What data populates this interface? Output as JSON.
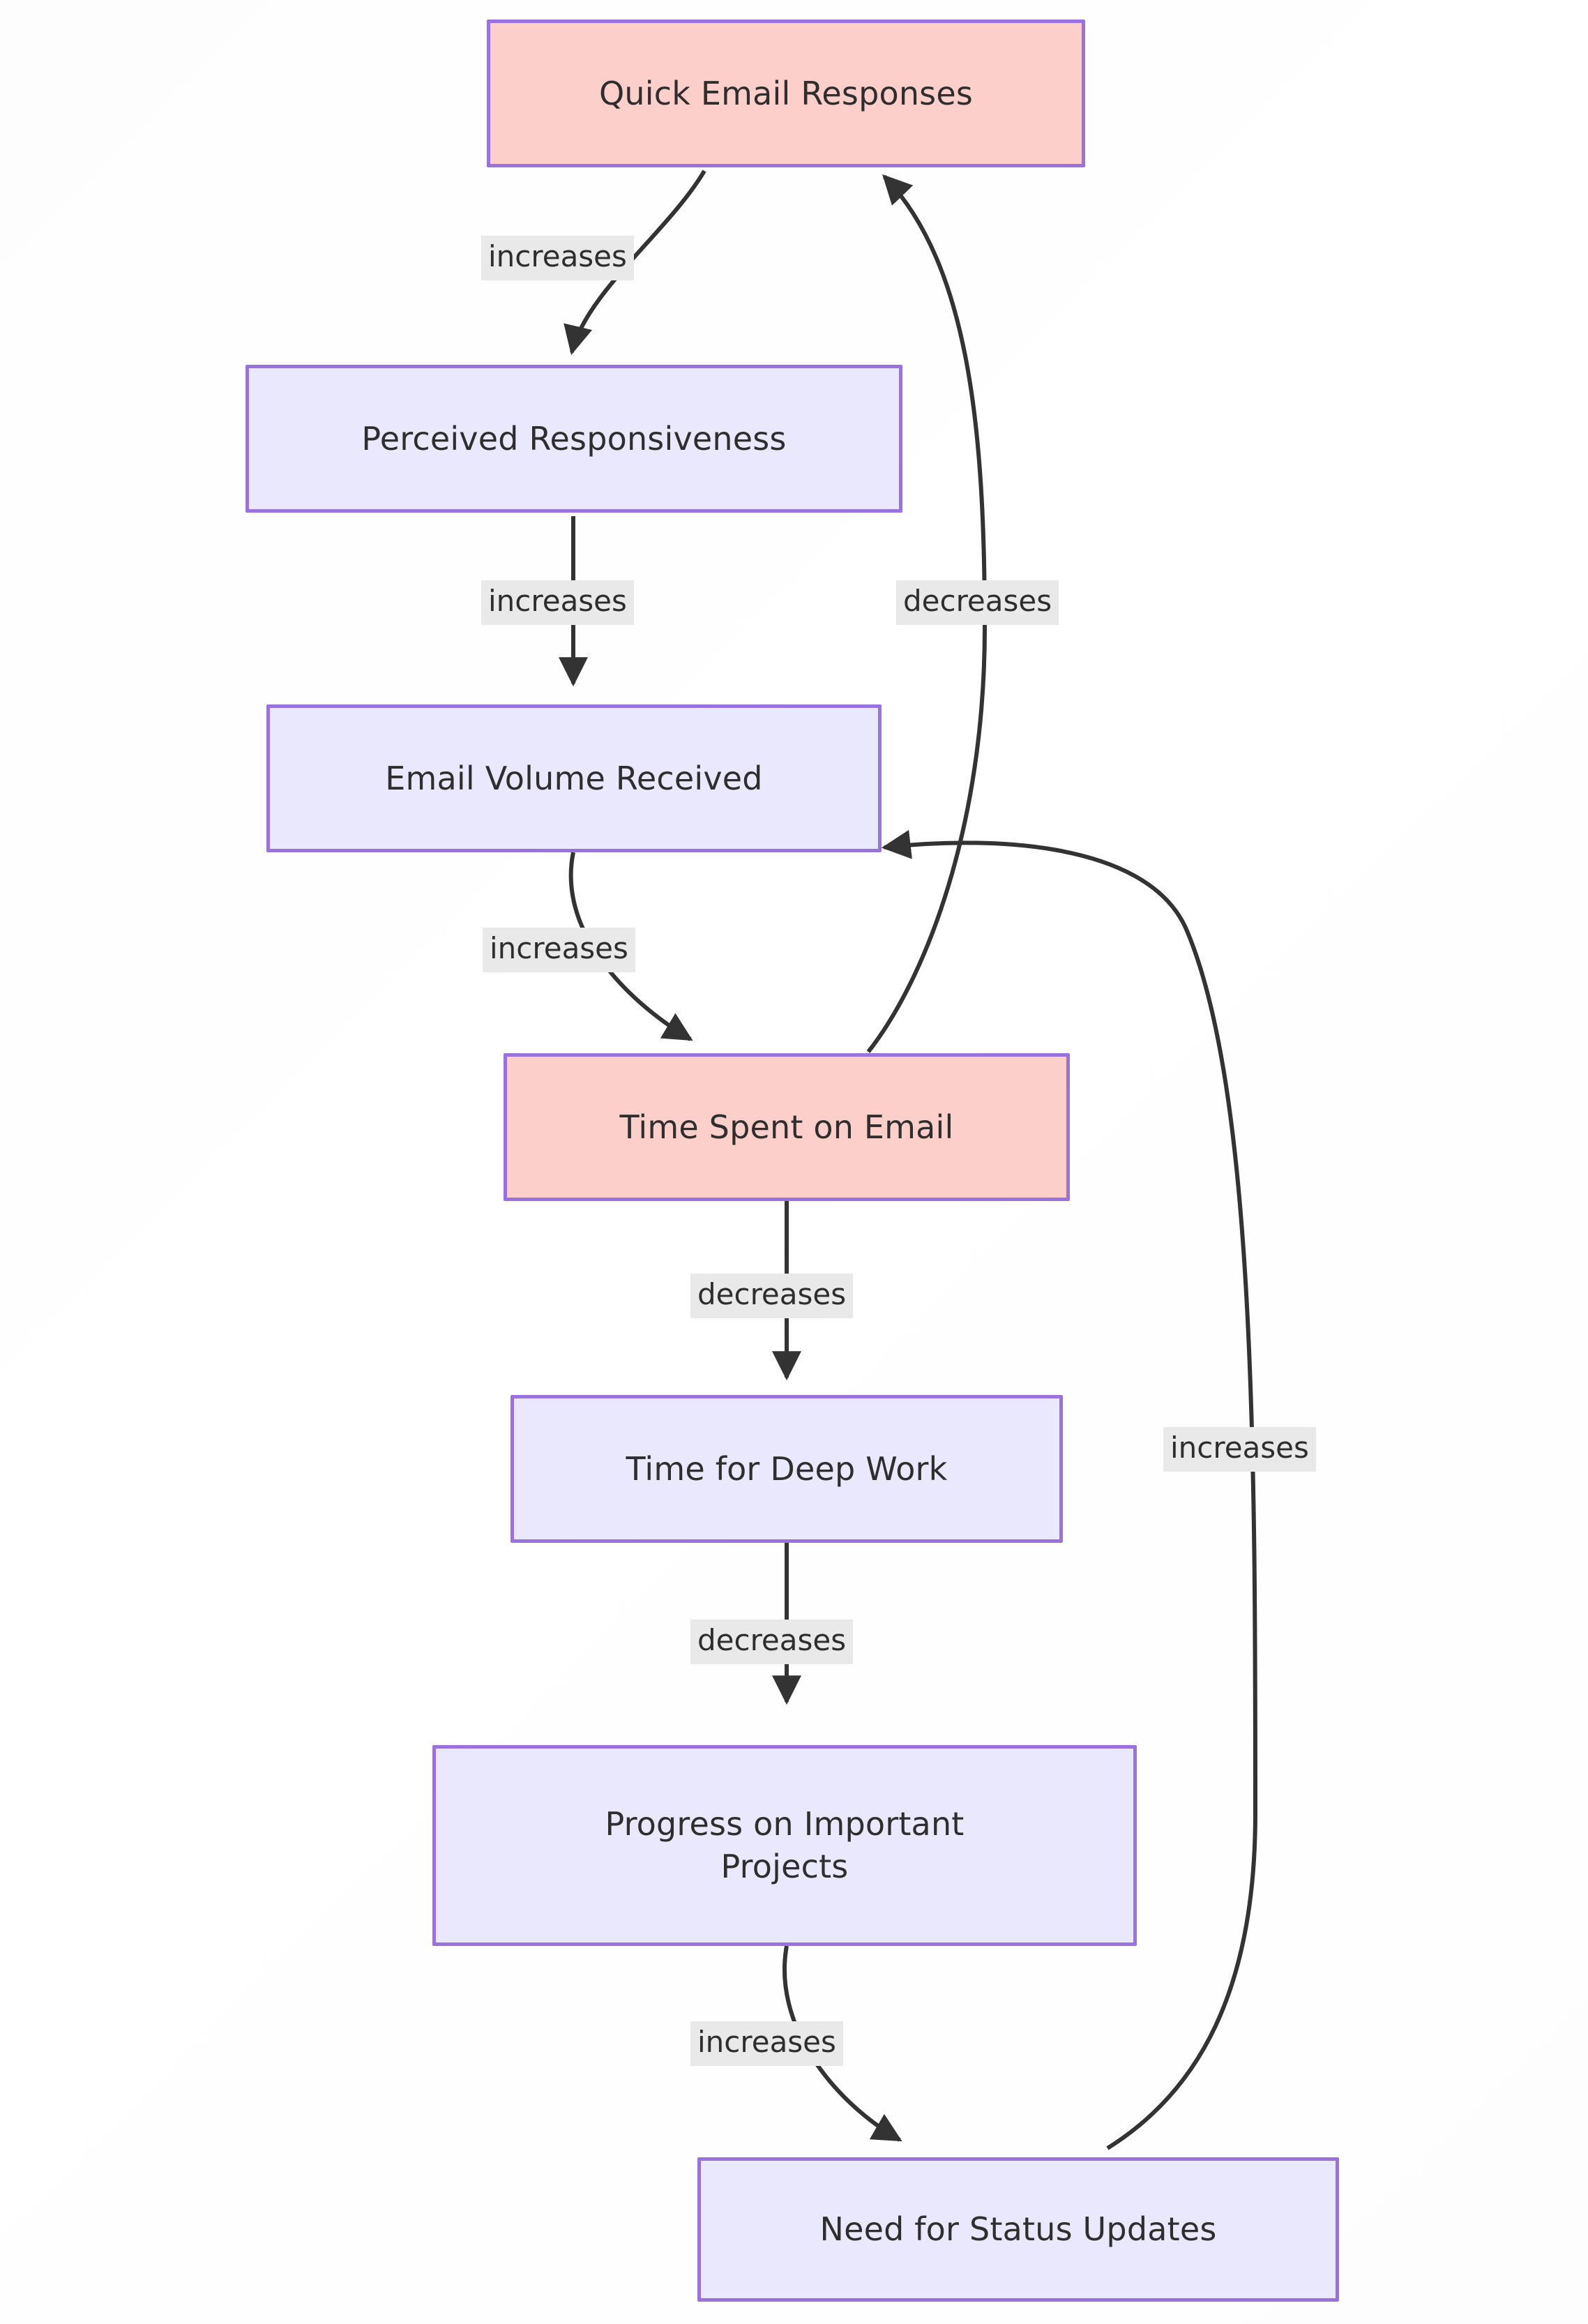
{
  "diagram": {
    "type": "flowchart",
    "orientation": "top-to-bottom",
    "title": "",
    "palette": {
      "node_border": "#9a72e0",
      "node_fill_highlight": "#fccfcb",
      "node_fill_default": "#e9e8fd",
      "edge_stroke": "#333333",
      "edge_label_bg": "#e9e9e9",
      "text": "#2e2e2e",
      "background": "#ffffff"
    },
    "nodes": [
      {
        "id": "quick_email_responses",
        "label": "Quick Email Responses",
        "style": "highlight"
      },
      {
        "id": "perceived_responsiveness",
        "label": "Perceived Responsiveness",
        "style": "default"
      },
      {
        "id": "email_volume_received",
        "label": "Email Volume Received",
        "style": "default"
      },
      {
        "id": "time_spent_on_email",
        "label": "Time Spent on Email",
        "style": "highlight"
      },
      {
        "id": "time_for_deep_work",
        "label": "Time for Deep Work",
        "style": "default"
      },
      {
        "id": "progress_on_important_projects",
        "label": "Progress on Important Projects",
        "style": "default"
      },
      {
        "id": "need_for_status_updates",
        "label": "Need for Status Updates",
        "style": "default"
      }
    ],
    "edges": [
      {
        "from": "quick_email_responses",
        "to": "perceived_responsiveness",
        "label": "increases"
      },
      {
        "from": "perceived_responsiveness",
        "to": "email_volume_received",
        "label": "increases"
      },
      {
        "from": "email_volume_received",
        "to": "time_spent_on_email",
        "label": "increases"
      },
      {
        "from": "time_spent_on_email",
        "to": "quick_email_responses",
        "label": "decreases"
      },
      {
        "from": "time_spent_on_email",
        "to": "time_for_deep_work",
        "label": "decreases"
      },
      {
        "from": "time_for_deep_work",
        "to": "progress_on_important_projects",
        "label": "decreases"
      },
      {
        "from": "progress_on_important_projects",
        "to": "need_for_status_updates",
        "label": "increases"
      },
      {
        "from": "need_for_status_updates",
        "to": "email_volume_received",
        "label": "increases"
      }
    ]
  }
}
